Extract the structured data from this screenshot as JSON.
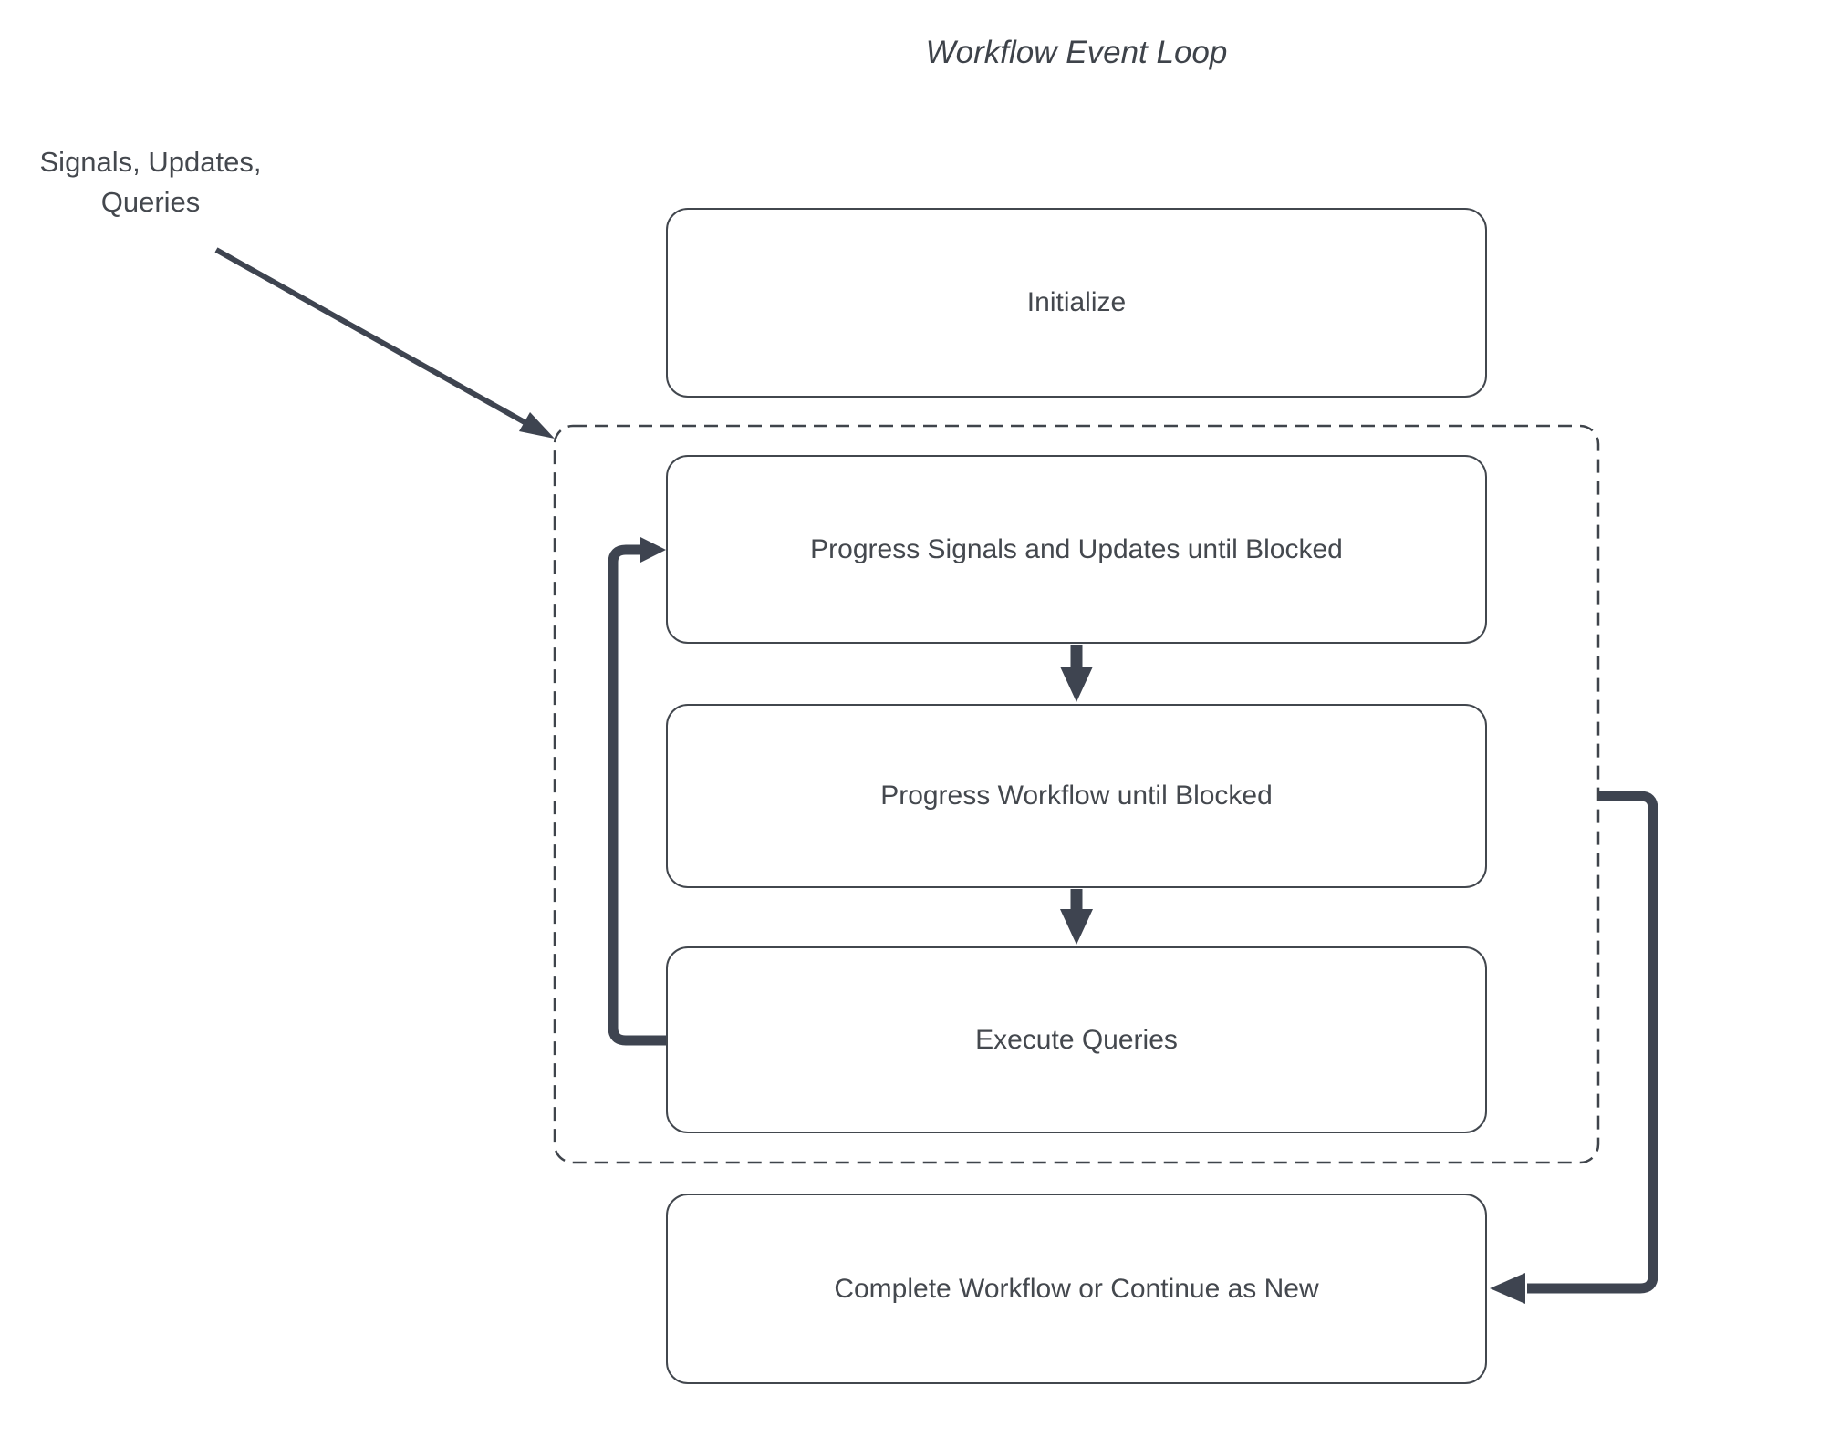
{
  "diagram": {
    "title": "Workflow Event Loop",
    "annotation": "Signals, Updates,\nQueries",
    "nodes": {
      "initialize": {
        "label": "Initialize"
      },
      "progress_signals_updates": {
        "label": "Progress Signals and Updates until Blocked"
      },
      "progress_workflow": {
        "label": "Progress Workflow until Blocked"
      },
      "execute_queries": {
        "label": "Execute Queries"
      },
      "complete_workflow": {
        "label": "Complete Workflow or Continue as New"
      }
    },
    "colors": {
      "background": "#ffffff",
      "connector": "#3E4450",
      "node_border": "#42474E",
      "text": "#44484E"
    }
  }
}
